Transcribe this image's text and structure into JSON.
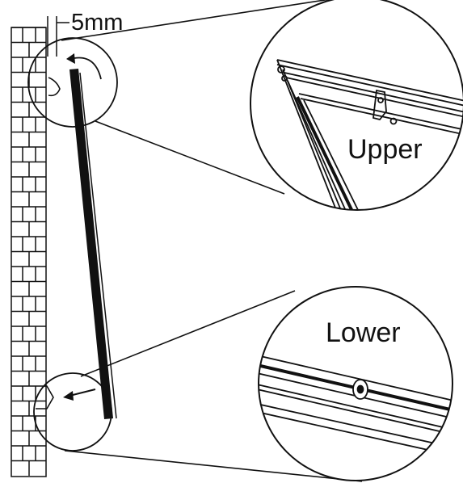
{
  "labels": {
    "gap": "5mm",
    "upper": "Upper",
    "lower": "Lower"
  },
  "colors": {
    "stroke": "#111111",
    "background": "#ffffff"
  },
  "icons": {
    "rotate": "curved-rotate-arrow-icon",
    "push": "left-arrow-icon"
  }
}
